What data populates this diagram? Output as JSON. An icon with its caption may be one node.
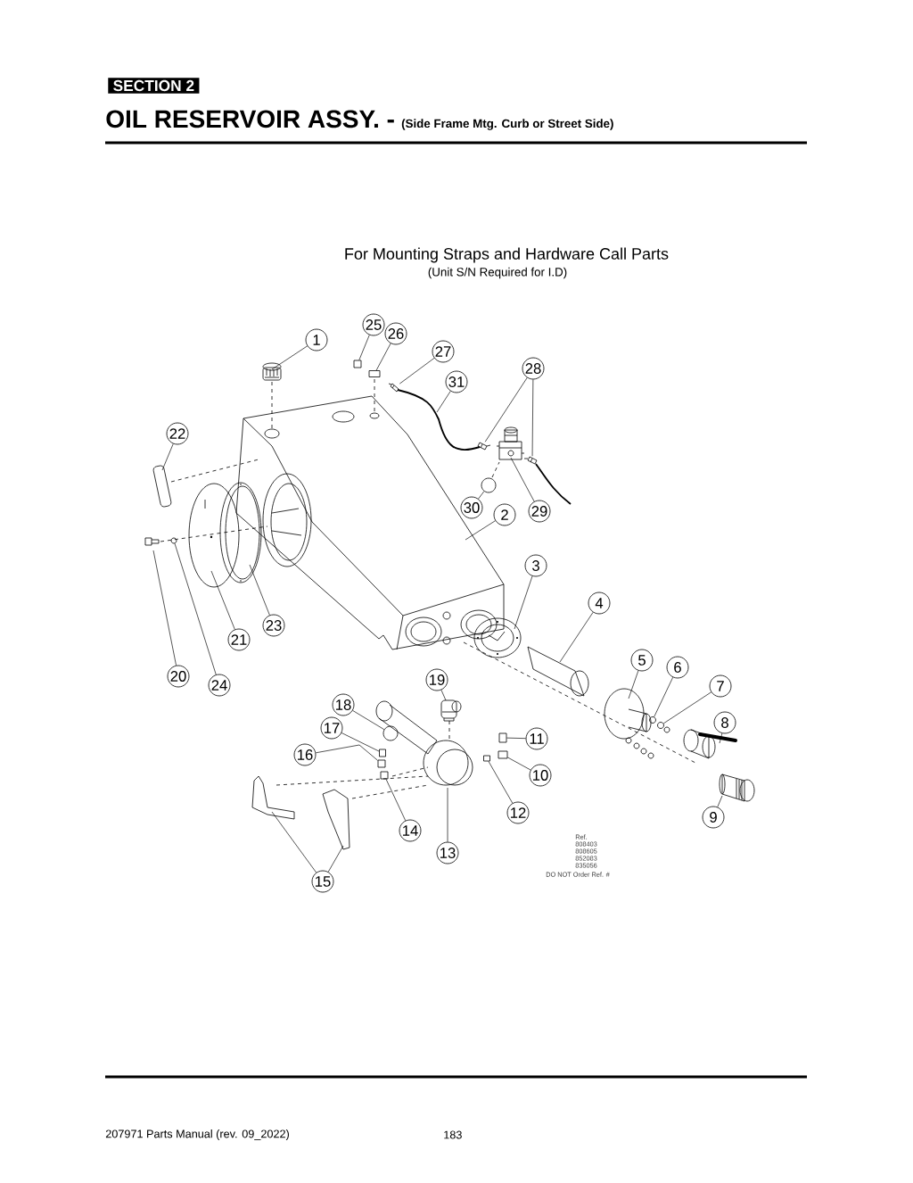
{
  "diagram": {
    "title": "OIL RESERVOIR ASSY. -",
    "nodes": [
      {
        "text": [
          "1"
        ]
      },
      {
        "text": [
          "2"
        ]
      },
      {
        "text": [
          "3"
        ]
      },
      {
        "text": [
          "4"
        ]
      },
      {
        "text": [
          "5"
        ]
      },
      {
        "text": [
          "6"
        ]
      },
      {
        "text": [
          "7"
        ]
      },
      {
        "text": [
          "8"
        ]
      },
      {
        "text": [
          "9"
        ]
      },
      {
        "text": [
          "10"
        ]
      },
      {
        "text": [
          "11"
        ]
      },
      {
        "text": [
          "12"
        ]
      },
      {
        "text": [
          "13"
        ]
      },
      {
        "text": [
          "14"
        ]
      },
      {
        "text": [
          "15"
        ]
      },
      {
        "text": [
          "16"
        ]
      },
      {
        "text": [
          "17"
        ]
      },
      {
        "text": [
          "18"
        ]
      },
      {
        "text": [
          "19"
        ]
      },
      {
        "text": [
          "20"
        ]
      },
      {
        "text": [
          "21"
        ]
      },
      {
        "text": [
          "22"
        ]
      },
      {
        "text": [
          "23"
        ]
      },
      {
        "text": [
          "24"
        ]
      },
      {
        "text": [
          "25"
        ]
      },
      {
        "text": [
          "26"
        ]
      },
      {
        "text": [
          "27"
        ]
      },
      {
        "text": [
          "28"
        ]
      },
      {
        "text": [
          "29"
        ]
      },
      {
        "text": [
          "30"
        ]
      },
      {
        "text": [
          "31"
        ]
      },
      {
        "text": [],
        "shape": "picture"
      },
      {
        "text": [],
        "shape": "picture"
      },
      {
        "text": [],
        "shape": "picture"
      },
      {
        "text": [],
        "shape": "picture"
      },
      {
        "text": [],
        "shape": "picture"
      },
      {
        "text": [],
        "shape": "circle"
      },
      {
        "text": [],
        "shape": "circle"
      },
      {
        "text": [],
        "shape": "picture"
      },
      {
        "text": [],
        "shape": "picture"
      },
      {
        "text": [],
        "shape": "box"
      },
      {
        "text": [],
        "shape": "box"
      },
      {
        "text": [],
        "shape": "box"
      },
      {
        "text": [],
        "shape": "picture"
      },
      {
        "text": [],
        "shape": "box"
      },
      {
        "text": [],
        "shape": "picture"
      },
      {
        "text": [],
        "shape": "picture"
      },
      {
        "text": [],
        "shape": "box"
      },
      {
        "text": [],
        "shape": "box"
      },
      {
        "text": [],
        "shape": "circle"
      },
      {
        "text": [],
        "shape": "picture"
      },
      {
        "text": [],
        "shape": "picture"
      },
      {
        "text": [],
        "shape": "picture"
      },
      {
        "text": [],
        "shape": "picture"
      },
      {
        "text": [],
        "shape": "picture"
      },
      {
        "text": [],
        "shape": "circle"
      },
      {
        "text": [],
        "shape": "box"
      },
      {
        "text": [],
        "shape": "box"
      },
      {
        "text": [],
        "shape": "picture"
      },
      {
        "text": [],
        "shape": "picture"
      },
      {
        "text": [],
        "shape": "picture"
      },
      {
        "text": [],
        "shape": "picture"
      },
      {
        "text": [],
        "shape": "circle"
      },
      {
        "text": [],
        "shape": "picture"
      }
    ],
    "edges": [
      {
        "from": 0,
        "to": 31,
        "arrow": "none"
      },
      {
        "from": 1,
        "to": 32,
        "arrow": "none"
      },
      {
        "from": 2,
        "to": 33,
        "arrow": "none"
      },
      {
        "from": 3,
        "to": 34,
        "arrow": "none"
      },
      {
        "from": 4,
        "to": 35,
        "arrow": "none"
      },
      {
        "from": 5,
        "to": 36,
        "arrow": "none"
      },
      {
        "from": 6,
        "to": 37,
        "arrow": "none"
      },
      {
        "from": 7,
        "to": 38,
        "arrow": "none"
      },
      {
        "from": 8,
        "to": 39,
        "arrow": "none"
      },
      {
        "from": 9,
        "to": 40,
        "arrow": "none"
      },
      {
        "from": 10,
        "to": 41,
        "arrow": "none"
      },
      {
        "from": 11,
        "to": 42,
        "arrow": "none"
      },
      {
        "from": 12,
        "to": 43,
        "arrow": "none"
      },
      {
        "from": 13,
        "to": 44,
        "arrow": "none"
      },
      {
        "from": 14,
        "to": 45,
        "arrow": "none"
      },
      {
        "from": 14,
        "to": 46,
        "arrow": "none"
      },
      {
        "from": 15,
        "to": 47,
        "arrow": "none"
      },
      {
        "from": 16,
        "to": 48,
        "arrow": "none"
      },
      {
        "from": 17,
        "to": 49,
        "arrow": "none"
      },
      {
        "from": 18,
        "to": 50,
        "arrow": "none"
      },
      {
        "from": 19,
        "to": 51,
        "arrow": "none"
      },
      {
        "from": 20,
        "to": 52,
        "arrow": "none"
      },
      {
        "from": 21,
        "to": 53,
        "arrow": "none"
      },
      {
        "from": 22,
        "to": 54,
        "arrow": "none"
      },
      {
        "from": 23,
        "to": 55,
        "arrow": "none"
      },
      {
        "from": 24,
        "to": 56,
        "arrow": "none"
      },
      {
        "from": 25,
        "to": 57,
        "arrow": "none"
      },
      {
        "from": 26,
        "to": 58,
        "arrow": "none"
      },
      {
        "from": 27,
        "to": 59,
        "arrow": "none"
      },
      {
        "from": 27,
        "to": 60,
        "arrow": "none"
      },
      {
        "from": 28,
        "to": 61,
        "arrow": "none"
      },
      {
        "from": 29,
        "to": 62,
        "arrow": "none"
      },
      {
        "from": 30,
        "to": 63,
        "arrow": "none"
      }
    ],
    "labels": [
      "SECTION 2",
      "(Side Frame Mtg. Curb or Street Side)",
      "For Mounting Straps and Hardware Call Parts",
      "(Unit S/N Required for I.D)",
      "Ref.",
      "808403",
      "808605",
      "852083",
      "835056",
      "DO NOT Order Ref. #",
      "207971 Parts Manual (rev. 09_2022)",
      "183"
    ]
  }
}
